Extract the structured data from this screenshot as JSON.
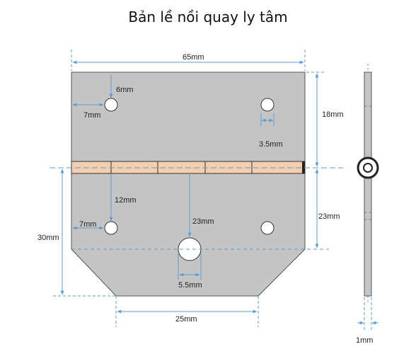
{
  "title": "Bản lề nồi quay ly tâm",
  "colors": {
    "plate": "#c4c4c4",
    "plate_edge": "#555555",
    "knuckle": "#f3cfae",
    "dimension": "#5b9bd5",
    "hole_fill": "#ffffff"
  },
  "dimensions": {
    "overall_width": "65mm",
    "hole_offset_vertical": "6mm",
    "hole_offset_left": "7mm",
    "top_height": "18mm",
    "small_hole_diameter": "3.5mm",
    "center_to_hole": "12mm",
    "center_to_big_hole": "23mm",
    "bottom_hole_left": "7mm",
    "right_height": "23mm",
    "left_height": "30mm",
    "big_hole_diameter": "5.5mm",
    "bottom_width": "25mm",
    "thickness": "1mm"
  }
}
